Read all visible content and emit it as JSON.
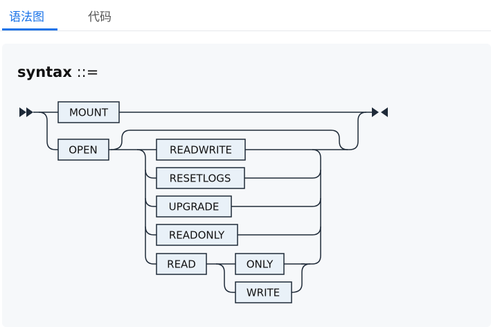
{
  "tabs": [
    {
      "label": "语法图",
      "active": true
    },
    {
      "label": "代码",
      "active": false
    }
  ],
  "syntax": {
    "name": "syntax",
    "assign": "::="
  },
  "diagram": {
    "keywords": {
      "mount": "MOUNT",
      "open": "OPEN",
      "readwrite": "READWRITE",
      "resetlogs": "RESETLOGS",
      "upgrade": "UPGRADE",
      "readonly": "READONLY",
      "read": "READ",
      "only": "ONLY",
      "write": "WRITE"
    }
  },
  "colors": {
    "accent": "#1a73e8",
    "box_fill": "#e9f1f8",
    "line": "#1e2a38",
    "panel": "#f6f8fa"
  }
}
